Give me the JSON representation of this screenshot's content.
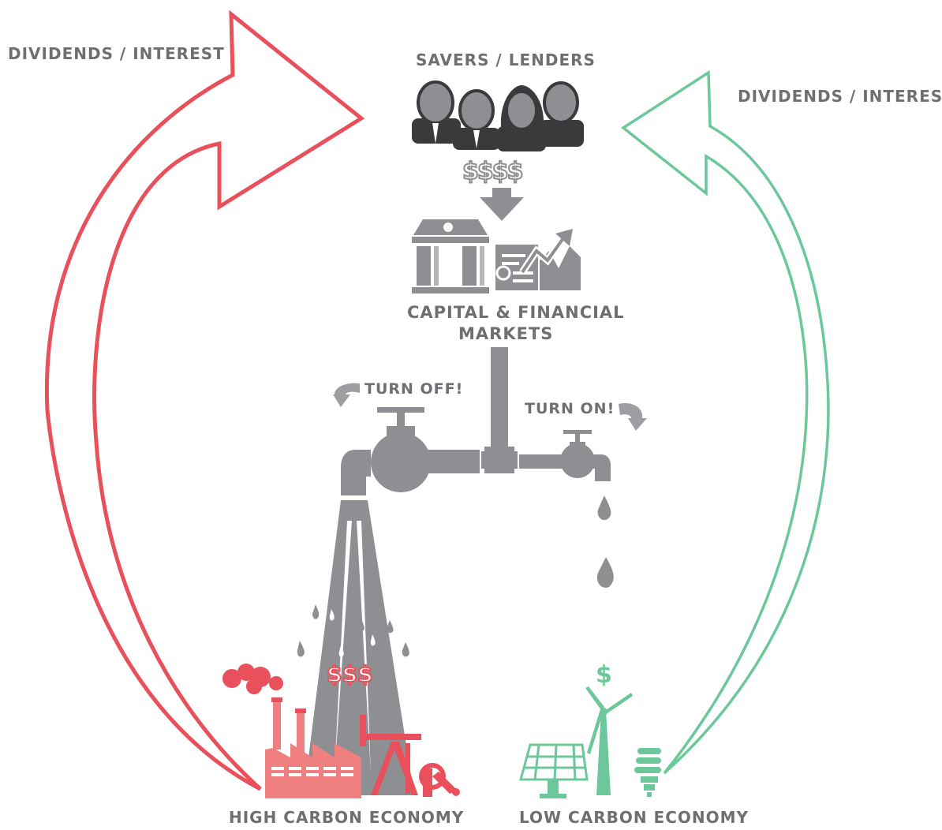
{
  "labels": {
    "dividends_left": "DIVIDENDS / INTEREST",
    "dividends_right": "DIVIDENDS / INTEREST",
    "savers": "SAVERS / LENDERS",
    "savers_money": "$$$$",
    "capital_line1": "CAPITAL & FINANCIAL",
    "capital_line2": "MARKETS",
    "turn_off": "TURN OFF!",
    "turn_on": "TURN ON!",
    "high_carbon_money": "$$$",
    "low_carbon_money": "$",
    "high_carbon": "HIGH CARBON ECONOMY",
    "low_carbon": "LOW CARBON ECONOMY"
  },
  "colors": {
    "high_carbon": "#e8505b",
    "high_carbon_light": "#f07f7f",
    "low_carbon": "#6cc79a",
    "grey": "#8e8f92",
    "grey_dark": "#6e6f72",
    "figure_dark": "#3a3a3c"
  },
  "icons": [
    "people-icon",
    "bank-icon",
    "chart-document-icon",
    "tap-icon",
    "factory-icon",
    "oil-pump-icon",
    "solar-panel-icon",
    "wind-turbine-icon",
    "bulb-icon"
  ]
}
